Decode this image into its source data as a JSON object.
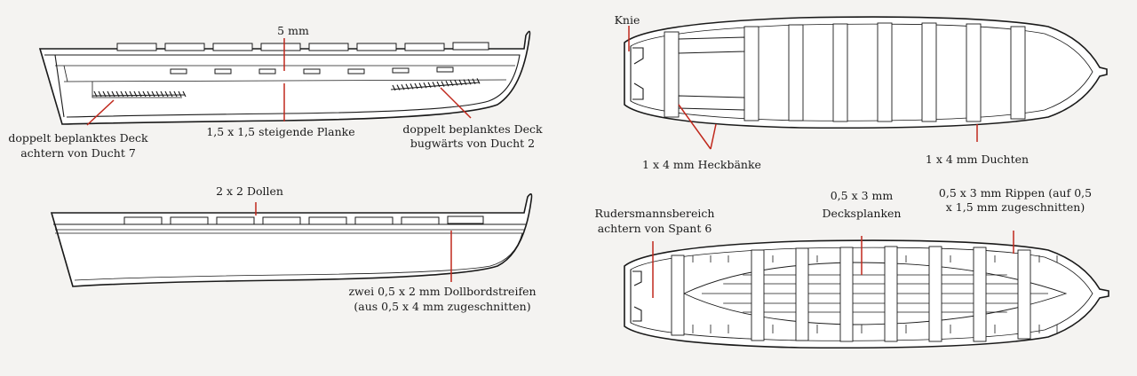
{
  "colors": {
    "background": "#f4f3f1",
    "outline": "#1a1a1a",
    "leader": "#c0281c"
  },
  "labels": {
    "dim_5mm": "5 mm",
    "deck_aft_1": "doppelt beplanktes Deck",
    "deck_aft_2": "achtern von Ducht 7",
    "rising_plank": "1,5 x 1,5 steigende Planke",
    "deck_fwd_1": "doppelt beplanktes Deck",
    "deck_fwd_2": "bugwärts von Ducht 2",
    "dollen": "2 x 2 Dollen",
    "gunwale_1": "zwei 0,5 x 2 mm Dollbordstreifen",
    "gunwale_2": "(aus 0,5 x 4 mm zugeschnitten)",
    "knie": "Knie",
    "heckbaenke": "1 x 4 mm Heckbänke",
    "duchten": "1 x 4 mm Duchten",
    "rudersmann_1": "Rudersmannsbereich",
    "rudersmann_2": "achtern von Spant 6",
    "deckplanks_1": "0,5 x 3 mm",
    "deckplanks_2": "Decksplanken",
    "ribs_1": "0,5 x 3 mm Rippen (auf 0,5",
    "ribs_2": "x 1,5 mm zugeschnitten)"
  }
}
